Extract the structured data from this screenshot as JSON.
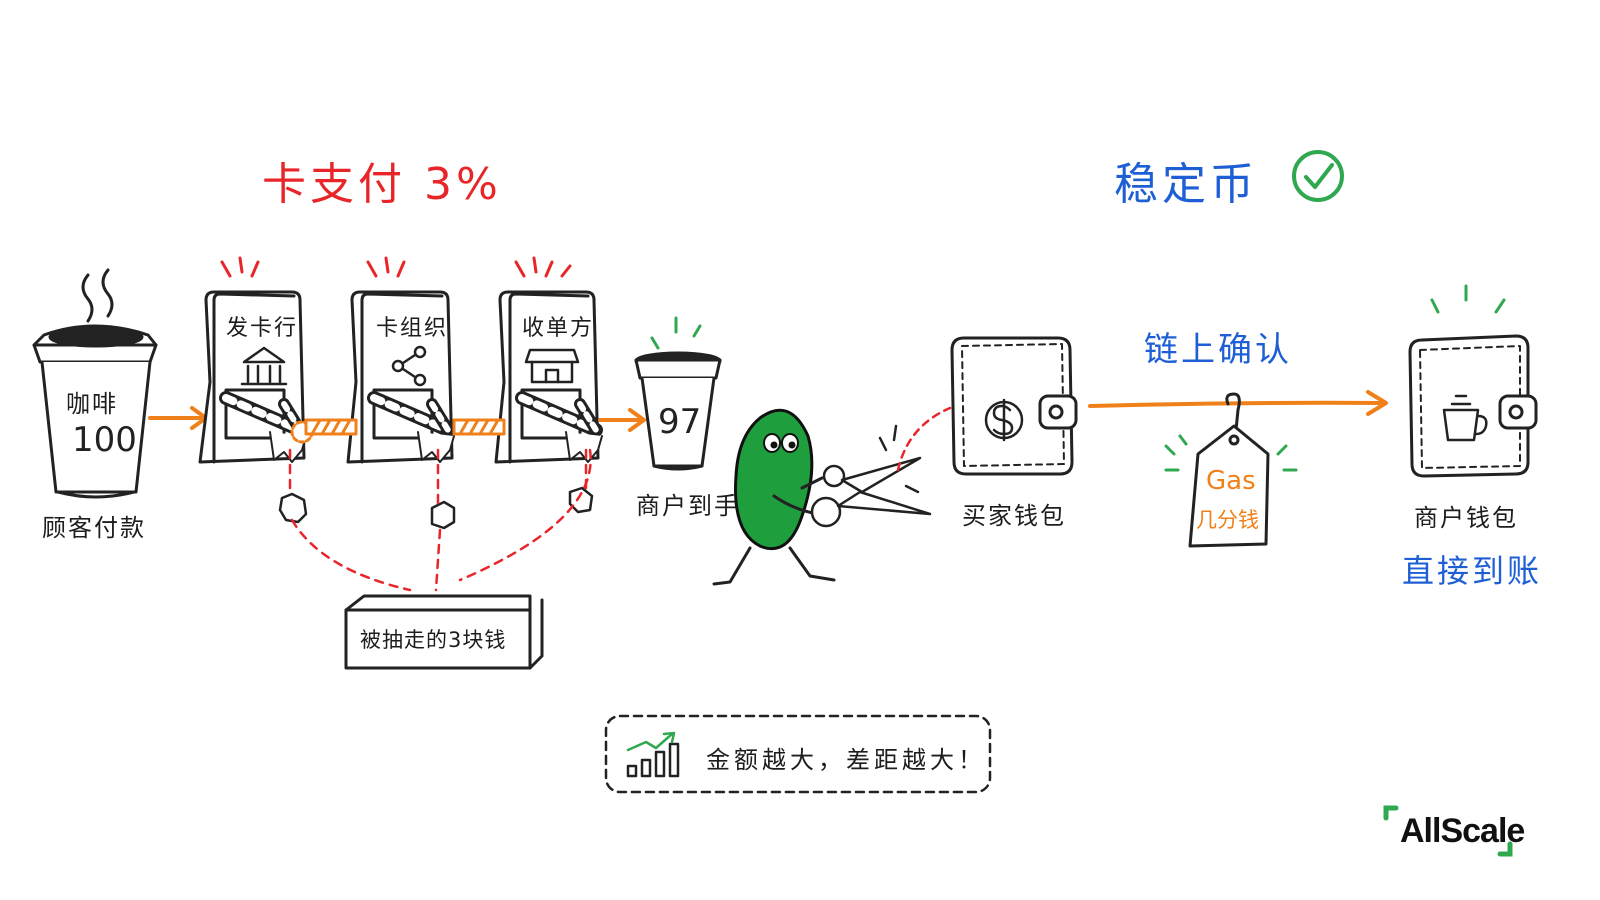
{
  "headings": {
    "card": "卡支付 3%",
    "stable": "稳定币"
  },
  "card_flow": {
    "cup_text": "咖啡",
    "cup_amount": "100",
    "customer_label": "顾客付款",
    "stages": [
      "发卡行",
      "卡组织",
      "收单方"
    ],
    "result_amount": "97",
    "merchant_received": "商户到手",
    "taken_box": "被抽走的3块钱"
  },
  "stable_flow": {
    "buyer_wallet": "买家钱包",
    "chain_confirm": "链上确认",
    "gas_tag": "Gas",
    "gas_sub": "几分钱",
    "merchant_wallet": "商户钱包",
    "direct": "直接到账"
  },
  "footer": {
    "note": "金额越大，差距越大！"
  },
  "brand": {
    "name": "AllScale",
    "accent": "#2fa84f"
  },
  "colors": {
    "red": "#e8262a",
    "blue": "#1f5fd6",
    "orange": "#f08019",
    "green": "#2fa84f",
    "bean": "#1e9e3c"
  }
}
